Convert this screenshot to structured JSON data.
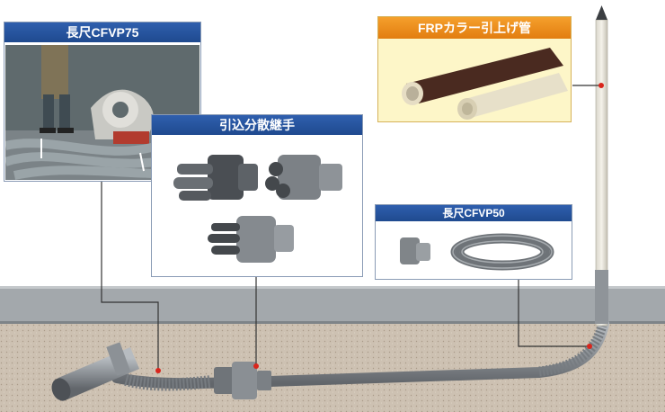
{
  "panels": {
    "cfvp75": {
      "title": "長尺CFVP75"
    },
    "branch_joint": {
      "title": "引込分散継手"
    },
    "frp_pipe": {
      "title": "FRPカラー引上げ管"
    },
    "cfvp50": {
      "title": "長尺CFVP50"
    }
  },
  "colors": {
    "panel_title_blue": "#2a58a3",
    "panel_title_orange": "#f08c1c",
    "frp_panel_bg": "#fdf6c8",
    "ground": "#cfc3b4",
    "surface": "#9ca2a6",
    "pipe": "#8c9196",
    "leader_line": "#333333",
    "marker_red": "#d9251c"
  },
  "icons": [
    "pipe-cutter-photo-icon",
    "branch-joint-icon",
    "frp-pipe-icon",
    "coiled-pipe-icon",
    "pole-icon"
  ]
}
